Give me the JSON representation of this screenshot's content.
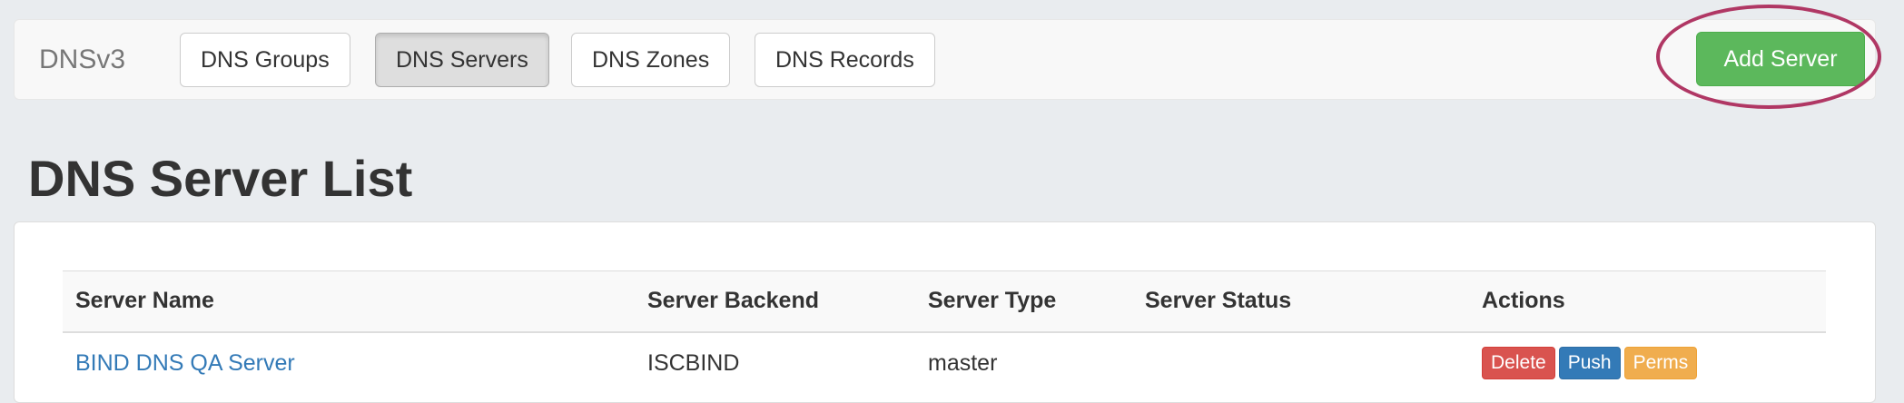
{
  "navbar": {
    "brand": "DNSv3",
    "items": [
      {
        "label": "DNS Groups"
      },
      {
        "label": "DNS Servers"
      },
      {
        "label": "DNS Zones"
      },
      {
        "label": "DNS Records"
      }
    ],
    "add_label": "Add Server"
  },
  "page": {
    "title": "DNS Server List"
  },
  "table": {
    "columns": [
      "Server Name",
      "Server Backend",
      "Server Type",
      "Server Status",
      "Actions"
    ],
    "rows": [
      {
        "name": "BIND DNS QA Server",
        "backend": "ISCBIND",
        "type": "master",
        "status": "",
        "actions": {
          "delete": "Delete",
          "push": "Push",
          "perms": "Perms"
        }
      }
    ]
  },
  "colors": {
    "add": "#5cb85c",
    "highlight": "#b03764",
    "delete": "#d9534f",
    "push": "#337ab7",
    "perms": "#f0ad4e",
    "link": "#337ab7"
  }
}
